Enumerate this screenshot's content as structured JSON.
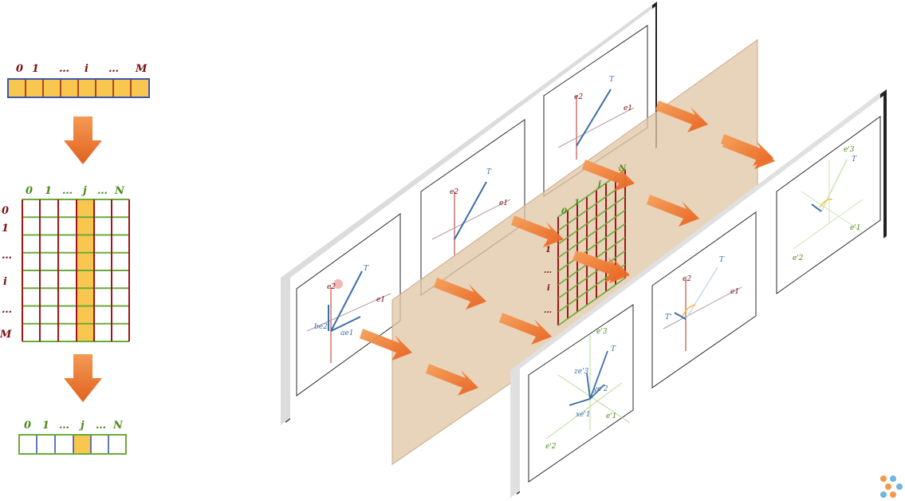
{
  "left_panel": {
    "array_top_labels": [
      "0",
      "1",
      "…",
      "i",
      "…",
      "M"
    ],
    "grid_col_labels": [
      "0",
      "1",
      "…",
      "j",
      "…",
      "N"
    ],
    "grid_row_labels": [
      "0",
      "1",
      "…",
      "i",
      "…",
      "M"
    ],
    "array_bottom_labels": [
      "0",
      "1",
      "…",
      "j",
      "…",
      "N"
    ]
  },
  "center_matrix": {
    "col_labels": [
      "0",
      "1",
      "j",
      "N"
    ],
    "row_labels": [
      "0",
      "1",
      "…",
      "i",
      "…"
    ]
  },
  "frames": {
    "back": [
      {
        "labels": [
          "e2",
          "T",
          "e1",
          "be2",
          "ae1"
        ]
      },
      {
        "labels": [
          "e2",
          "T",
          "e1"
        ]
      },
      {
        "labels": [
          "e2",
          "T",
          "e1"
        ]
      }
    ],
    "front": [
      {
        "labels": [
          "ze'3",
          "e'3",
          "T",
          "ye'2",
          "xe'1",
          "e'1",
          "e'2"
        ]
      },
      {
        "labels": [
          "e2",
          "T",
          "T'",
          "e1"
        ]
      },
      {
        "labels": [
          "e'3",
          "T",
          "e'1",
          "e'2"
        ]
      }
    ]
  },
  "colors": {
    "orange": "#f07a2a",
    "highlight": "#f9c74f",
    "red": "#a01616",
    "green": "#6aaa3a",
    "blue": "#3a6ea5",
    "tan": "#e2c6a8"
  },
  "watermark_icon": "dots-logo-icon"
}
